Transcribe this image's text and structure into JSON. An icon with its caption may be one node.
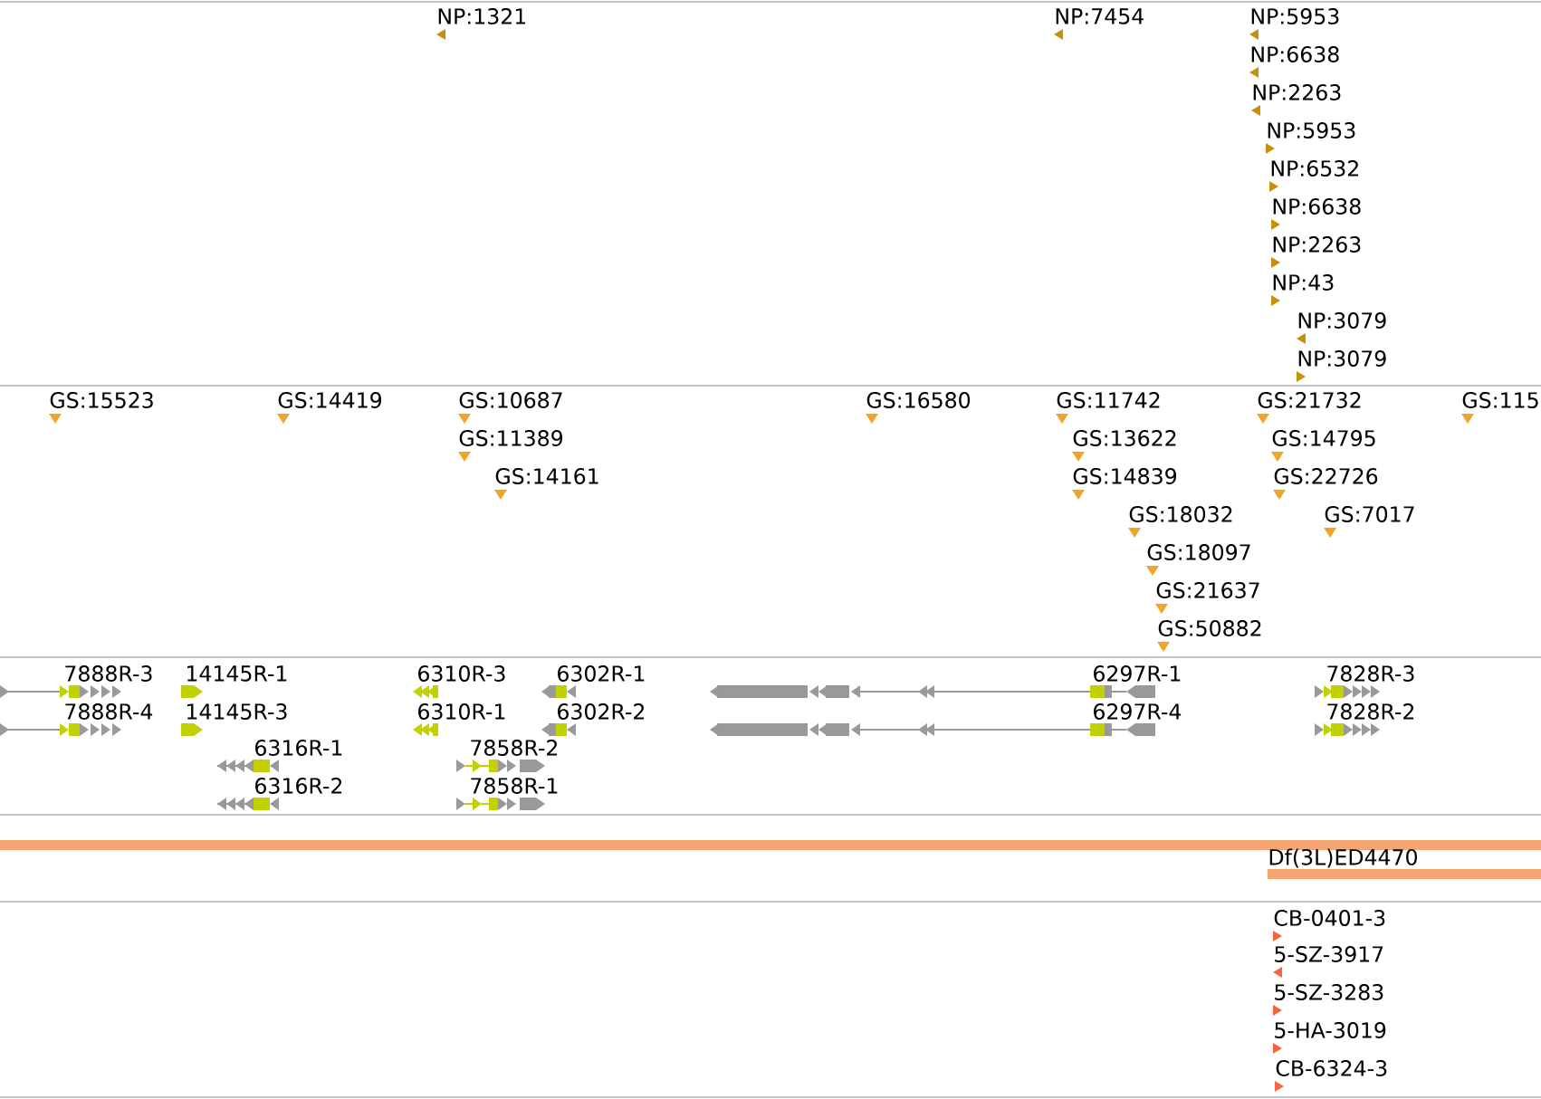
{
  "diagram": {
    "labels": [
      "NP:1321",
      "NP:7454",
      "NP:5953",
      "NP:6638",
      "NP:2263",
      "NP:5953",
      "NP:6532",
      "NP:6638",
      "NP:2263",
      "NP:43",
      "NP:3079",
      "NP:3079",
      "GS:15523",
      "GS:14419",
      "GS:10687",
      "GS:16580",
      "GS:11742",
      "GS:21732",
      "GS:115",
      "GS:11389",
      "GS:13622",
      "GS:14795",
      "GS:14161",
      "GS:14839",
      "GS:22726",
      "GS:18032",
      "GS:7017",
      "GS:18097",
      "GS:21637",
      "GS:50882",
      "7888R-3",
      "14145R-1",
      "6310R-3",
      "6302R-1",
      "6297R-1",
      "7828R-3",
      "7888R-4",
      "14145R-3",
      "6310R-1",
      "6302R-2",
      "6297R-4",
      "7828R-2",
      "6316R-1",
      "7858R-2",
      "6316R-2",
      "7858R-1",
      "Df(3L)ED4470",
      "CB-0401-3",
      "5-SZ-3917",
      "5-SZ-3283",
      "5-HA-3019",
      "CB-6324-3"
    ]
  }
}
